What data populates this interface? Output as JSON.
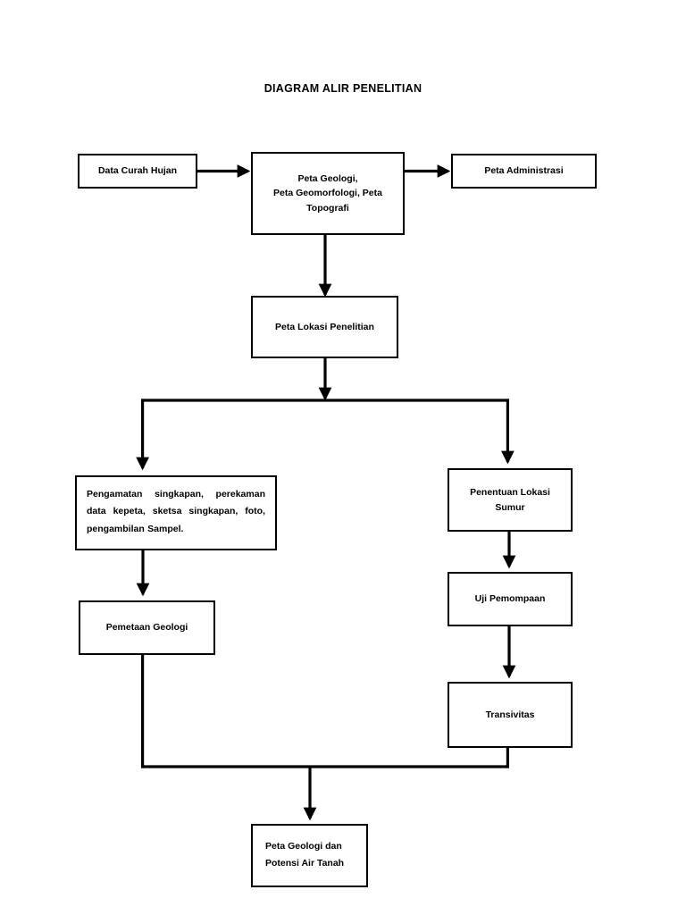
{
  "title": "DIAGRAM ALIR PENELITIAN",
  "colors": {
    "stroke": "#000000",
    "fill": "#ffffff",
    "text": "#000000"
  },
  "nodes": {
    "data_curah_hujan": {
      "label": "Data Curah Hujan"
    },
    "peta_geologi_group": {
      "label": "Peta Geologi,\nPeta Geomorfologi, Peta\nTopografi"
    },
    "peta_administrasi": {
      "label": "Peta Administrasi"
    },
    "peta_lokasi_penelitian": {
      "label": "Peta Lokasi Penelitian"
    },
    "pengamatan_singkapan": {
      "label": "Pengamatan singkapan, perekaman data kepeta, sketsa singkapan, foto, pengambilan Sampel."
    },
    "penentuan_lokasi_sumur": {
      "label": "Penentuan Lokasi\nSumur"
    },
    "pemetaan_geologi": {
      "label": "Pemetaan Geologi"
    },
    "uji_pemompaan": {
      "label": "Uji Pemompaan"
    },
    "transivitas": {
      "label": "Transivitas"
    },
    "peta_geologi_potensi": {
      "label": "Peta Geologi dan\nPotensi Air Tanah"
    }
  },
  "flow": {
    "edges": [
      {
        "from": "data_curah_hujan",
        "to": "peta_geologi_group",
        "direction": "right"
      },
      {
        "from": "peta_geologi_group",
        "to": "peta_administrasi",
        "direction": "right"
      },
      {
        "from": "peta_geologi_group",
        "to": "peta_lokasi_penelitian",
        "direction": "down"
      },
      {
        "from": "peta_lokasi_penelitian",
        "to": "pengamatan_singkapan",
        "direction": "down-split-left"
      },
      {
        "from": "peta_lokasi_penelitian",
        "to": "penentuan_lokasi_sumur",
        "direction": "down-split-right"
      },
      {
        "from": "pengamatan_singkapan",
        "to": "pemetaan_geologi",
        "direction": "down"
      },
      {
        "from": "penentuan_lokasi_sumur",
        "to": "uji_pemompaan",
        "direction": "down"
      },
      {
        "from": "uji_pemompaan",
        "to": "transivitas",
        "direction": "down"
      },
      {
        "from": "pemetaan_geologi",
        "to": "peta_geologi_potensi",
        "direction": "down-merge-left"
      },
      {
        "from": "transivitas",
        "to": "peta_geologi_potensi",
        "direction": "down-merge-right"
      }
    ]
  }
}
